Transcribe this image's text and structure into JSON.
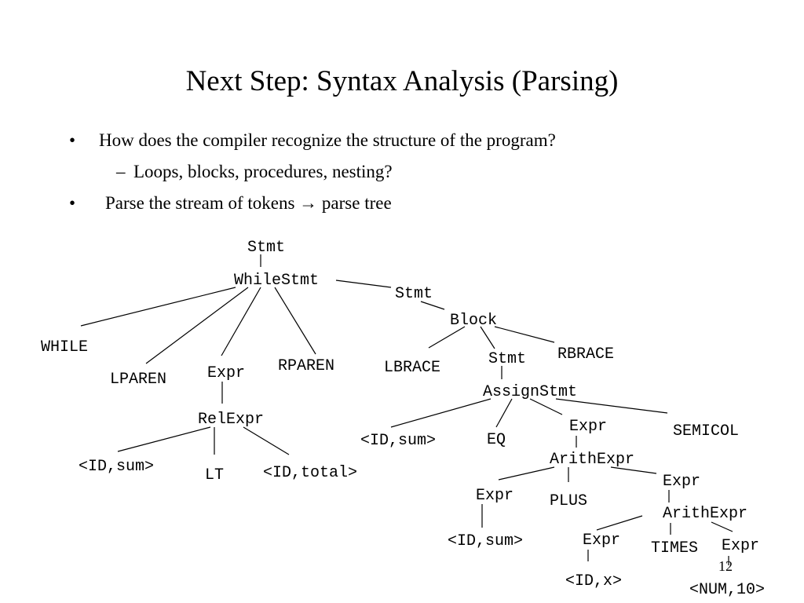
{
  "slide": {
    "title": "Next Step: Syntax Analysis (Parsing)",
    "bullets": [
      {
        "marker": "•",
        "text": "How does the compiler recognize the structure of the program?"
      },
      {
        "marker": "–",
        "text": "Loops, blocks, procedures, nesting?"
      },
      {
        "marker": "•",
        "text": "Parse the stream of tokens → parse tree"
      }
    ],
    "page_number": "12"
  },
  "tree": {
    "nodes": {
      "stmt_root": "Stmt",
      "whilestmt": "WhileStmt",
      "while": "WHILE",
      "lparen": "LPAREN",
      "expr_cond": "Expr",
      "rparen": "RPAREN",
      "stmt_body": "Stmt",
      "block": "Block",
      "lbrace": "LBRACE",
      "stmt_inner": "Stmt",
      "rbrace": "RBRACE",
      "relexpr": "RelExpr",
      "id_sum_rel": "<ID,sum>",
      "lt": "LT",
      "id_total": "<ID,total>",
      "assignstmt": "AssignStmt",
      "id_sum_assign": "<ID,sum>",
      "eq": "EQ",
      "expr_assign": "Expr",
      "semicol": "SEMICOL",
      "arithexpr_1": "ArithExpr",
      "expr_left": "Expr",
      "plus": "PLUS",
      "expr_right": "Expr",
      "id_sum_arith": "<ID,sum>",
      "arithexpr_2": "ArithExpr",
      "expr_x": "Expr",
      "times": "TIMES",
      "expr_num": "Expr",
      "id_x": "<ID,x>",
      "num_10": "<NUM,10>"
    }
  }
}
